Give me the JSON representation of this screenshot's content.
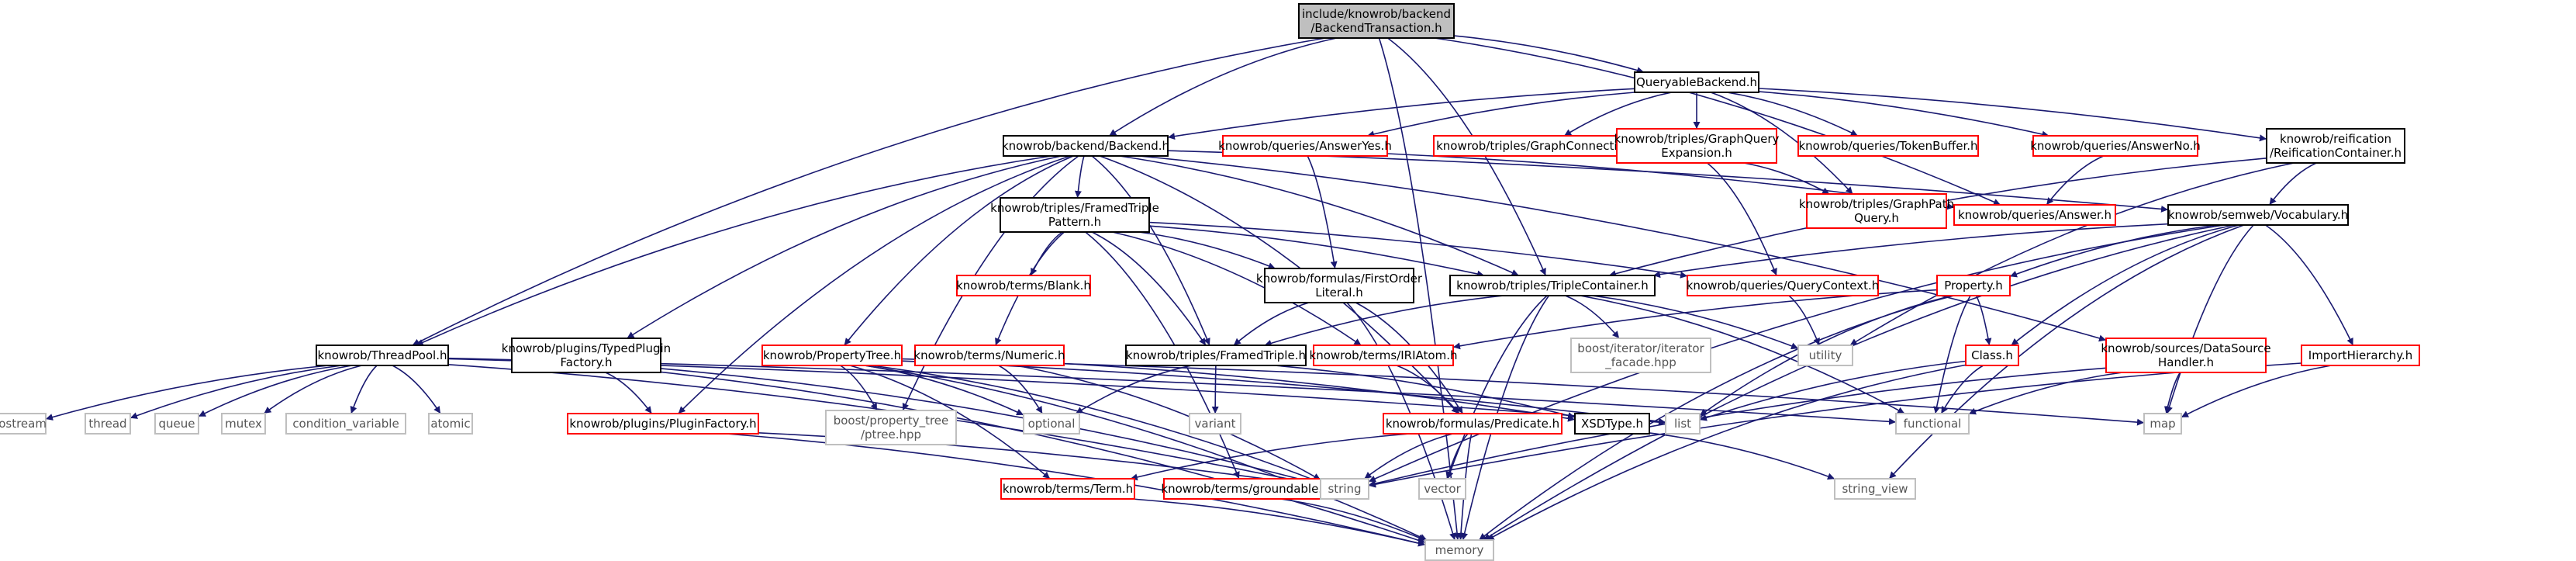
{
  "title": "include/knowrob/backend/BackendTransaction.h",
  "colors": {
    "edge": "#191970",
    "root_fill": "#bfbfbf",
    "root_stroke": "#000000",
    "documented_stroke": "#000000",
    "undocumented_stroke": "#ff0000",
    "system_stroke": "#bfbfbf",
    "system_text": "#000000",
    "text": "#000000",
    "fill": "#ffffff"
  },
  "nodes": [
    {
      "id": "root",
      "lines": [
        "include/knowrob/backend",
        "/BackendTransaction.h"
      ],
      "kind": "root"
    },
    {
      "id": "queryable",
      "lines": [
        "QueryableBackend.h"
      ],
      "kind": "doc"
    },
    {
      "id": "backend",
      "lines": [
        "knowrob/backend/Backend.h"
      ],
      "kind": "doc"
    },
    {
      "id": "answeryes",
      "lines": [
        "knowrob/queries/AnswerYes.h"
      ],
      "kind": "red"
    },
    {
      "id": "graphconn",
      "lines": [
        "knowrob/triples/GraphConnective.h"
      ],
      "kind": "red"
    },
    {
      "id": "gqexp",
      "lines": [
        "knowrob/triples/GraphQuery",
        "Expansion.h"
      ],
      "kind": "red"
    },
    {
      "id": "tokenbuf",
      "lines": [
        "knowrob/queries/TokenBuffer.h"
      ],
      "kind": "red"
    },
    {
      "id": "answerno",
      "lines": [
        "knowrob/queries/AnswerNo.h"
      ],
      "kind": "red"
    },
    {
      "id": "reifcont",
      "lines": [
        "knowrob/reification",
        "/ReificationContainer.h"
      ],
      "kind": "doc"
    },
    {
      "id": "gpathq",
      "lines": [
        "knowrob/triples/GraphPath",
        "Query.h"
      ],
      "kind": "red"
    },
    {
      "id": "answer",
      "lines": [
        "knowrob/queries/Answer.h"
      ],
      "kind": "red"
    },
    {
      "id": "vocab",
      "lines": [
        "knowrob/semweb/Vocabulary.h"
      ],
      "kind": "doc"
    },
    {
      "id": "ftp",
      "lines": [
        "knowrob/triples/FramedTriple",
        "Pattern.h"
      ],
      "kind": "doc"
    },
    {
      "id": "blank",
      "lines": [
        "knowrob/terms/Blank.h"
      ],
      "kind": "red"
    },
    {
      "id": "fol",
      "lines": [
        "knowrob/formulas/FirstOrder",
        "Literal.h"
      ],
      "kind": "doc"
    },
    {
      "id": "triplecont",
      "lines": [
        "knowrob/triples/TripleContainer.h"
      ],
      "kind": "doc"
    },
    {
      "id": "qctx",
      "lines": [
        "knowrob/queries/QueryContext.h"
      ],
      "kind": "red"
    },
    {
      "id": "property",
      "lines": [
        "Property.h"
      ],
      "kind": "red"
    },
    {
      "id": "threadpool",
      "lines": [
        "knowrob/ThreadPool.h"
      ],
      "kind": "doc"
    },
    {
      "id": "typedpf",
      "lines": [
        "knowrob/plugins/TypedPlugin",
        "Factory.h"
      ],
      "kind": "doc"
    },
    {
      "id": "proptree",
      "lines": [
        "knowrob/PropertyTree.h"
      ],
      "kind": "red"
    },
    {
      "id": "numeric",
      "lines": [
        "knowrob/terms/Numeric.h"
      ],
      "kind": "red"
    },
    {
      "id": "framedtriple",
      "lines": [
        "knowrob/triples/FramedTriple.h"
      ],
      "kind": "doc"
    },
    {
      "id": "iriatom",
      "lines": [
        "knowrob/terms/IRIAtom.h"
      ],
      "kind": "red"
    },
    {
      "id": "boostiter",
      "lines": [
        "boost/iterator/iterator",
        "_facade.hpp"
      ],
      "kind": "sys"
    },
    {
      "id": "utility",
      "lines": [
        "utility"
      ],
      "kind": "sys"
    },
    {
      "id": "class",
      "lines": [
        "Class.h"
      ],
      "kind": "red"
    },
    {
      "id": "dshandler",
      "lines": [
        "knowrob/sources/DataSource",
        "Handler.h"
      ],
      "kind": "red"
    },
    {
      "id": "importh",
      "lines": [
        "ImportHierarchy.h"
      ],
      "kind": "red"
    },
    {
      "id": "iostream",
      "lines": [
        "iostream"
      ],
      "kind": "sys"
    },
    {
      "id": "thread",
      "lines": [
        "thread"
      ],
      "kind": "sys"
    },
    {
      "id": "queue",
      "lines": [
        "queue"
      ],
      "kind": "sys"
    },
    {
      "id": "mutex",
      "lines": [
        "mutex"
      ],
      "kind": "sys"
    },
    {
      "id": "condvar",
      "lines": [
        "condition_variable"
      ],
      "kind": "sys"
    },
    {
      "id": "atomic",
      "lines": [
        "atomic"
      ],
      "kind": "sys"
    },
    {
      "id": "pluginfactory",
      "lines": [
        "knowrob/plugins/PluginFactory.h"
      ],
      "kind": "red"
    },
    {
      "id": "boostptree",
      "lines": [
        "boost/property_tree",
        "/ptree.hpp"
      ],
      "kind": "sys"
    },
    {
      "id": "optional",
      "lines": [
        "optional"
      ],
      "kind": "sys"
    },
    {
      "id": "variant",
      "lines": [
        "variant"
      ],
      "kind": "sys"
    },
    {
      "id": "predicate",
      "lines": [
        "knowrob/formulas/Predicate.h"
      ],
      "kind": "red"
    },
    {
      "id": "xsdtype",
      "lines": [
        "XSDType.h"
      ],
      "kind": "doc"
    },
    {
      "id": "list",
      "lines": [
        "list"
      ],
      "kind": "sys"
    },
    {
      "id": "functional",
      "lines": [
        "functional"
      ],
      "kind": "sys"
    },
    {
      "id": "map",
      "lines": [
        "map"
      ],
      "kind": "sys"
    },
    {
      "id": "term",
      "lines": [
        "knowrob/terms/Term.h"
      ],
      "kind": "red"
    },
    {
      "id": "groundable",
      "lines": [
        "knowrob/terms/groundable.h"
      ],
      "kind": "red"
    },
    {
      "id": "string",
      "lines": [
        "string"
      ],
      "kind": "sys"
    },
    {
      "id": "vector",
      "lines": [
        "vector"
      ],
      "kind": "sys"
    },
    {
      "id": "stringview",
      "lines": [
        "string_view"
      ],
      "kind": "sys"
    },
    {
      "id": "memory",
      "lines": [
        "memory"
      ],
      "kind": "sys"
    }
  ],
  "edges": [
    [
      "root",
      "queryable"
    ],
    [
      "root",
      "backend"
    ],
    [
      "root",
      "threadpool"
    ],
    [
      "root",
      "triplecont"
    ],
    [
      "root",
      "memory"
    ],
    [
      "root",
      "answer"
    ],
    [
      "queryable",
      "backend"
    ],
    [
      "queryable",
      "answeryes"
    ],
    [
      "queryable",
      "graphconn"
    ],
    [
      "queryable",
      "gqexp"
    ],
    [
      "queryable",
      "tokenbuf"
    ],
    [
      "queryable",
      "answerno"
    ],
    [
      "queryable",
      "reifcont"
    ],
    [
      "queryable",
      "gpathq"
    ],
    [
      "backend",
      "ftp"
    ],
    [
      "backend",
      "threadpool"
    ],
    [
      "backend",
      "typedpf"
    ],
    [
      "backend",
      "proptree"
    ],
    [
      "backend",
      "pluginfactory"
    ],
    [
      "backend",
      "triplecont"
    ],
    [
      "backend",
      "vocab"
    ],
    [
      "backend",
      "framedtriple"
    ],
    [
      "backend",
      "dshandler"
    ],
    [
      "backend",
      "boostptree"
    ],
    [
      "backend",
      "predicate"
    ],
    [
      "answeryes",
      "fol"
    ],
    [
      "answeryes",
      "answer"
    ],
    [
      "gqexp",
      "gpathq"
    ],
    [
      "gqexp",
      "qctx"
    ],
    [
      "answerno",
      "answer"
    ],
    [
      "reifcont",
      "vocab"
    ],
    [
      "reifcont",
      "triplecont"
    ],
    [
      "reifcont",
      "utility"
    ],
    [
      "vocab",
      "property"
    ],
    [
      "vocab",
      "class"
    ],
    [
      "vocab",
      "importh"
    ],
    [
      "vocab",
      "triplecont"
    ],
    [
      "vocab",
      "map"
    ],
    [
      "vocab",
      "string"
    ],
    [
      "vocab",
      "stringview"
    ],
    [
      "vocab",
      "memory"
    ],
    [
      "ftp",
      "blank"
    ],
    [
      "ftp",
      "fol"
    ],
    [
      "ftp",
      "triplecont"
    ],
    [
      "ftp",
      "qctx"
    ],
    [
      "ftp",
      "numeric"
    ],
    [
      "ftp",
      "framedtriple"
    ],
    [
      "ftp",
      "iriatom"
    ],
    [
      "ftp",
      "groundable"
    ],
    [
      "fol",
      "framedtriple"
    ],
    [
      "fol",
      "predicate"
    ],
    [
      "fol",
      "memory"
    ],
    [
      "triplecont",
      "framedtriple"
    ],
    [
      "triplecont",
      "boostiter"
    ],
    [
      "triplecont",
      "utility"
    ],
    [
      "triplecont",
      "functional"
    ],
    [
      "triplecont",
      "vector"
    ],
    [
      "triplecont",
      "memory"
    ],
    [
      "qctx",
      "utility"
    ],
    [
      "property",
      "iriatom"
    ],
    [
      "property",
      "class"
    ],
    [
      "property",
      "functional"
    ],
    [
      "property",
      "list"
    ],
    [
      "property",
      "memory"
    ],
    [
      "threadpool",
      "iostream"
    ],
    [
      "threadpool",
      "thread"
    ],
    [
      "threadpool",
      "queue"
    ],
    [
      "threadpool",
      "mutex"
    ],
    [
      "threadpool",
      "condvar"
    ],
    [
      "threadpool",
      "atomic"
    ],
    [
      "threadpool",
      "list"
    ],
    [
      "threadpool",
      "functional"
    ],
    [
      "threadpool",
      "string"
    ],
    [
      "typedpf",
      "pluginfactory"
    ],
    [
      "typedpf",
      "string"
    ],
    [
      "typedpf",
      "memory"
    ],
    [
      "proptree",
      "boostptree"
    ],
    [
      "proptree",
      "optional"
    ],
    [
      "proptree",
      "string"
    ],
    [
      "proptree",
      "term"
    ],
    [
      "proptree",
      "list"
    ],
    [
      "proptree",
      "map"
    ],
    [
      "proptree",
      "memory"
    ],
    [
      "numeric",
      "optional"
    ],
    [
      "numeric",
      "string"
    ],
    [
      "numeric",
      "xsdtype"
    ],
    [
      "framedtriple",
      "optional"
    ],
    [
      "framedtriple",
      "variant"
    ],
    [
      "framedtriple",
      "xsdtype"
    ],
    [
      "iriatom",
      "predicate"
    ],
    [
      "class",
      "list"
    ],
    [
      "class",
      "functional"
    ],
    [
      "class",
      "memory"
    ],
    [
      "dshandler",
      "map"
    ],
    [
      "dshandler",
      "functional"
    ],
    [
      "dshandler",
      "string"
    ],
    [
      "importh",
      "map"
    ],
    [
      "importh",
      "string"
    ],
    [
      "pluginfactory",
      "string"
    ],
    [
      "pluginfactory",
      "memory"
    ],
    [
      "predicate",
      "term"
    ],
    [
      "predicate",
      "string"
    ],
    [
      "predicate",
      "vector"
    ],
    [
      "predicate",
      "memory"
    ],
    [
      "xsdtype",
      "stringview"
    ],
    [
      "term",
      "memory"
    ],
    [
      "groundable",
      "memory"
    ]
  ]
}
